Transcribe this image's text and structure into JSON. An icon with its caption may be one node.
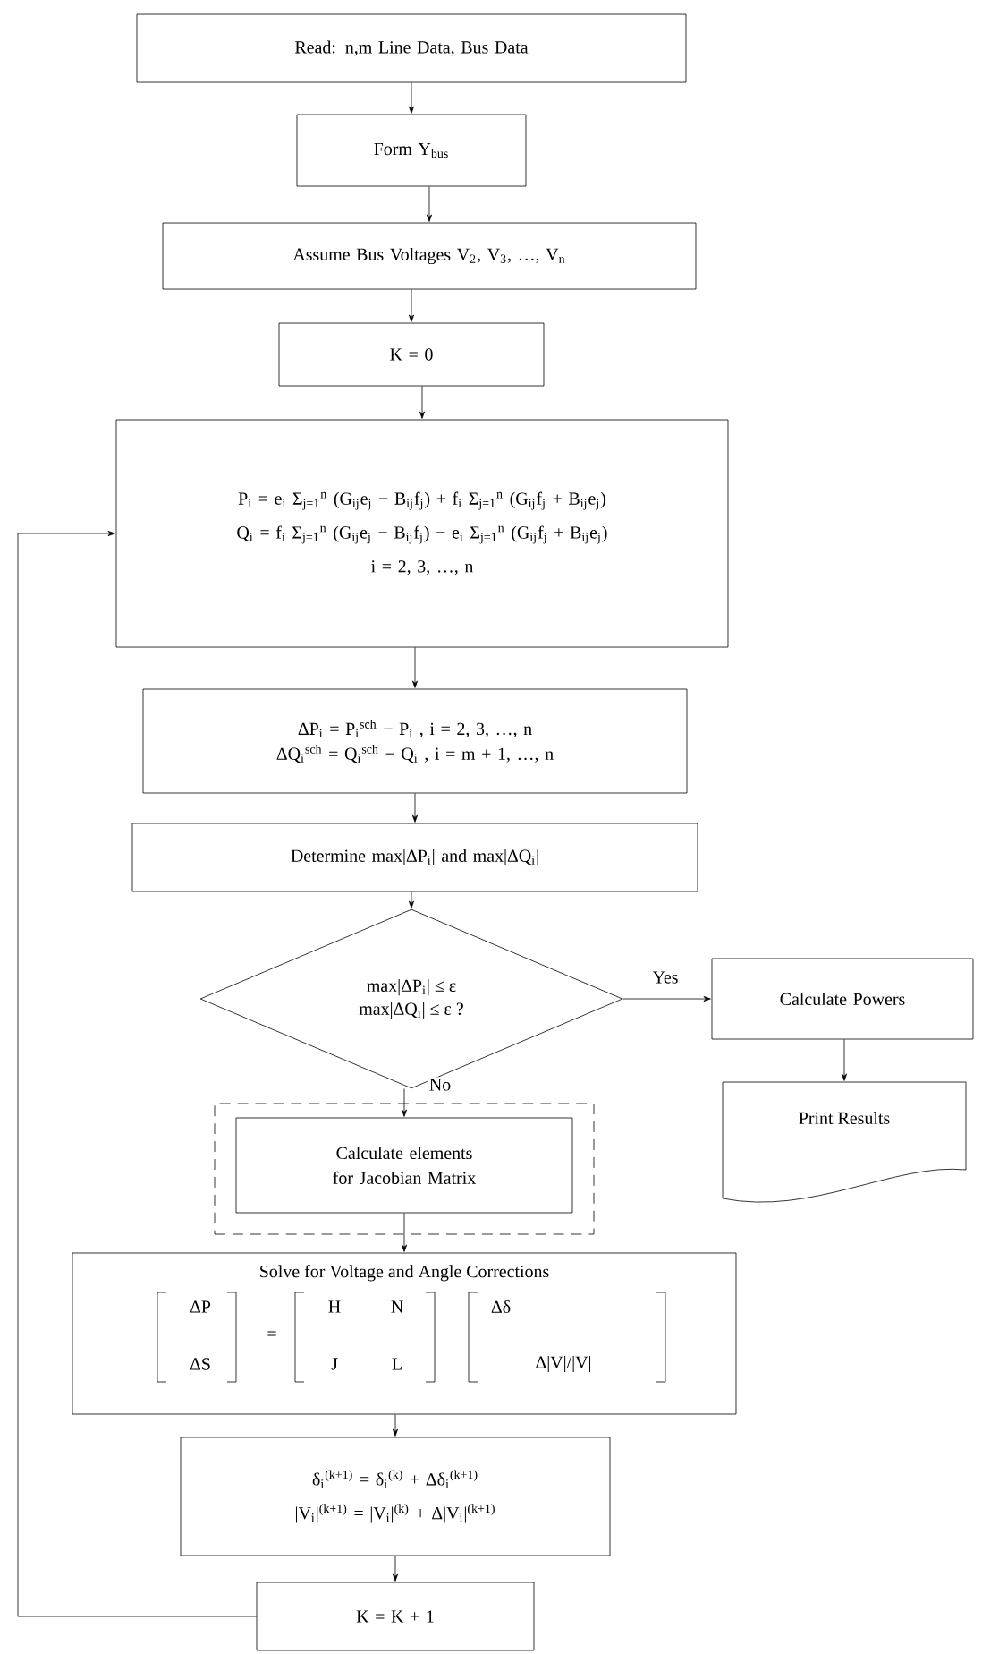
{
  "diagram": {
    "nodes": [
      {
        "text": [
          "Read: n,m Line Data, Bus Data"
        ]
      },
      {
        "text": [
          "Form Y$_{bus}$"
        ]
      },
      {
        "text": [
          "Assume Bus Voltages V$_{2}$, V$_{3}$, …, V$_{n}$"
        ]
      },
      {
        "text": [
          "K = 0"
        ]
      },
      {
        "text": [
          "P$_{i}$ = e$_{i}$ Σ$_{j=1}$$^{n}$ (G$_{ij}$e$_{j}$ − B$_{ij}$f$_{j}$) + f$_{i}$ Σ$_{j=1}$$^{n}$ (G$_{ij}$f$_{j}$ + B$_{ij}$e$_{j}$)",
          "Q$_{i}$ = f$_{i}$ Σ$_{j=1}$$^{n}$ (G$_{ij}$e$_{j}$ − B$_{ij}$f$_{j}$) − e$_{i}$ Σ$_{j=1}$$^{n}$ (G$_{ij}$f$_{j}$ + B$_{ij}$e$_{j}$)",
          "i = 2, 3, …, n"
        ]
      },
      {
        "text": [
          "ΔP$_{i}$ = P$_{i}$$^{sch}$ − P$_{i}$ ,  i = 2, 3, …, n",
          "ΔQ$_{i}$$^{sch}$ = Q$_{i}$$^{sch}$ − Q$_{i}$ ,  i = m + 1, …, n"
        ]
      },
      {
        "text": [
          "Determine max|ΔP$_{i}$| and max|ΔQ$_{i}$|"
        ]
      },
      {
        "text": [
          "max|ΔP$_{i}$| ≤ ε",
          "max|ΔQ$_{i}$| ≤ ε ?"
        ]
      },
      {
        "text": [
          "Calculate Powers"
        ]
      },
      {
        "text": [
          "Print Results"
        ]
      },
      {
        "text": [],
        "shape": "box"
      },
      {
        "text": [
          "Calculate elements for Jacobian Matrix"
        ],
        "in": 10
      },
      {
        "text": [
          "Solve for Voltage and Angle Corrections",
          "ΔP",
          "ΔS",
          "=",
          "H",
          "N",
          "J",
          "L",
          "Δδ",
          "Δ|V|/|V|"
        ]
      },
      {
        "text": [
          "δ$_{i}$$^{(k+1)}$ = δ$_{i}$$^{(k)}$ + Δδ$_{i}$$^{(k+1)}$",
          "|V$_{i}$|$^{(k+1)}$ = |V$_{i}$|$^{(k)}$ + Δ|V$_{i}$|$^{(k+1)}$"
        ]
      },
      {
        "text": [
          "K = K + 1"
        ]
      }
    ],
    "edges": [
      {
        "from": 0,
        "to": 1,
        "arrow": "to"
      },
      {
        "from": 1,
        "to": 2,
        "arrow": "to"
      },
      {
        "from": 2,
        "to": 3,
        "arrow": "to"
      },
      {
        "from": 3,
        "to": 4,
        "arrow": "to"
      },
      {
        "from": 4,
        "to": 5,
        "arrow": "to"
      },
      {
        "from": 5,
        "to": 6,
        "arrow": "to"
      },
      {
        "from": 6,
        "to": 7,
        "arrow": "to"
      },
      {
        "from": 7,
        "to": 8,
        "arrow": "to",
        "label": "Yes"
      },
      {
        "from": 8,
        "to": 9,
        "arrow": "to"
      },
      {
        "from": 7,
        "to": 11,
        "arrow": "to",
        "label": "No"
      },
      {
        "from": 11,
        "to": 12,
        "arrow": "to"
      },
      {
        "from": 12,
        "to": 13,
        "arrow": "to"
      },
      {
        "from": 13,
        "to": 14,
        "arrow": "to"
      },
      {
        "from": 14,
        "to": 4,
        "arrow": "to"
      }
    ]
  }
}
